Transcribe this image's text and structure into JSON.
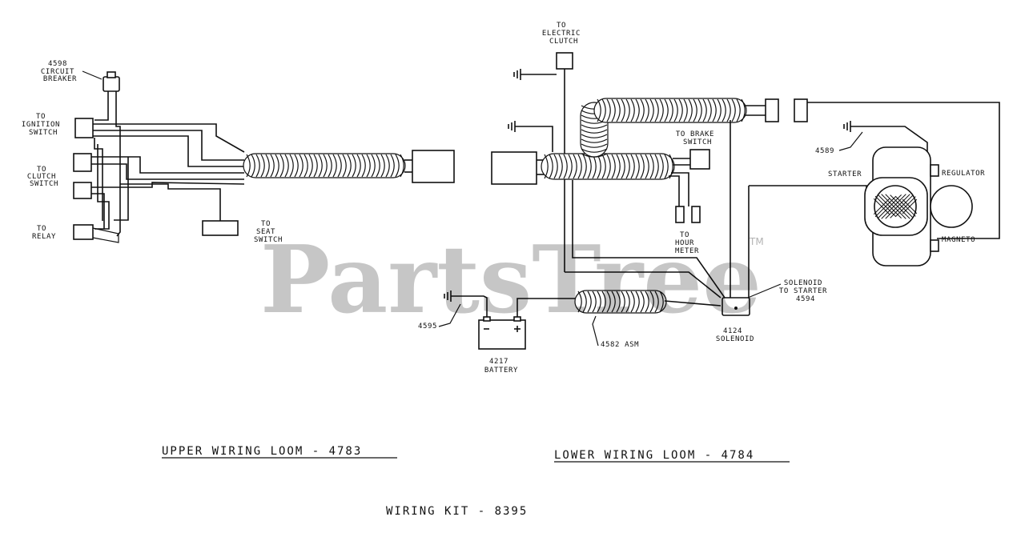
{
  "watermark": {
    "text": "PartsTree",
    "trademark": "TM"
  },
  "upper_loom": {
    "labels": {
      "circuit_breaker": [
        "4598",
        "CIRCUIT",
        "BREAKER"
      ],
      "ignition_switch": [
        "TO",
        "IGNITION",
        "SWITCH"
      ],
      "clutch_switch": [
        "TO",
        "CLUTCH",
        "SWITCH"
      ],
      "relay": [
        "TO",
        "RELAY"
      ],
      "seat_switch": [
        "TO",
        "SEAT",
        "SWITCH"
      ]
    },
    "caption": "UPPER WIRING LOOM - 4783"
  },
  "lower_loom": {
    "labels": {
      "electric_clutch": [
        "TO",
        "ELECTRIC",
        "CLUTCH"
      ],
      "brake_switch": [
        "TO BRAKE",
        "SWITCH"
      ],
      "hour_meter": [
        "TO",
        "HOUR",
        "METER"
      ],
      "ground_4589": "4589",
      "starter": "STARTER",
      "regulator": "REGULATOR",
      "magneto": "MAGNETO",
      "solenoid_to_starter": [
        "SOLENOID",
        "TO STARTER",
        "4594"
      ],
      "solenoid": [
        "4124",
        "SOLENOID"
      ],
      "harness_4582": "4582 ASM",
      "ground_4595": "4595",
      "battery": [
        "4217",
        "BATTERY"
      ]
    },
    "caption": "LOWER WIRING LOOM - 4784"
  },
  "kit_caption": "WIRING KIT - 8395"
}
